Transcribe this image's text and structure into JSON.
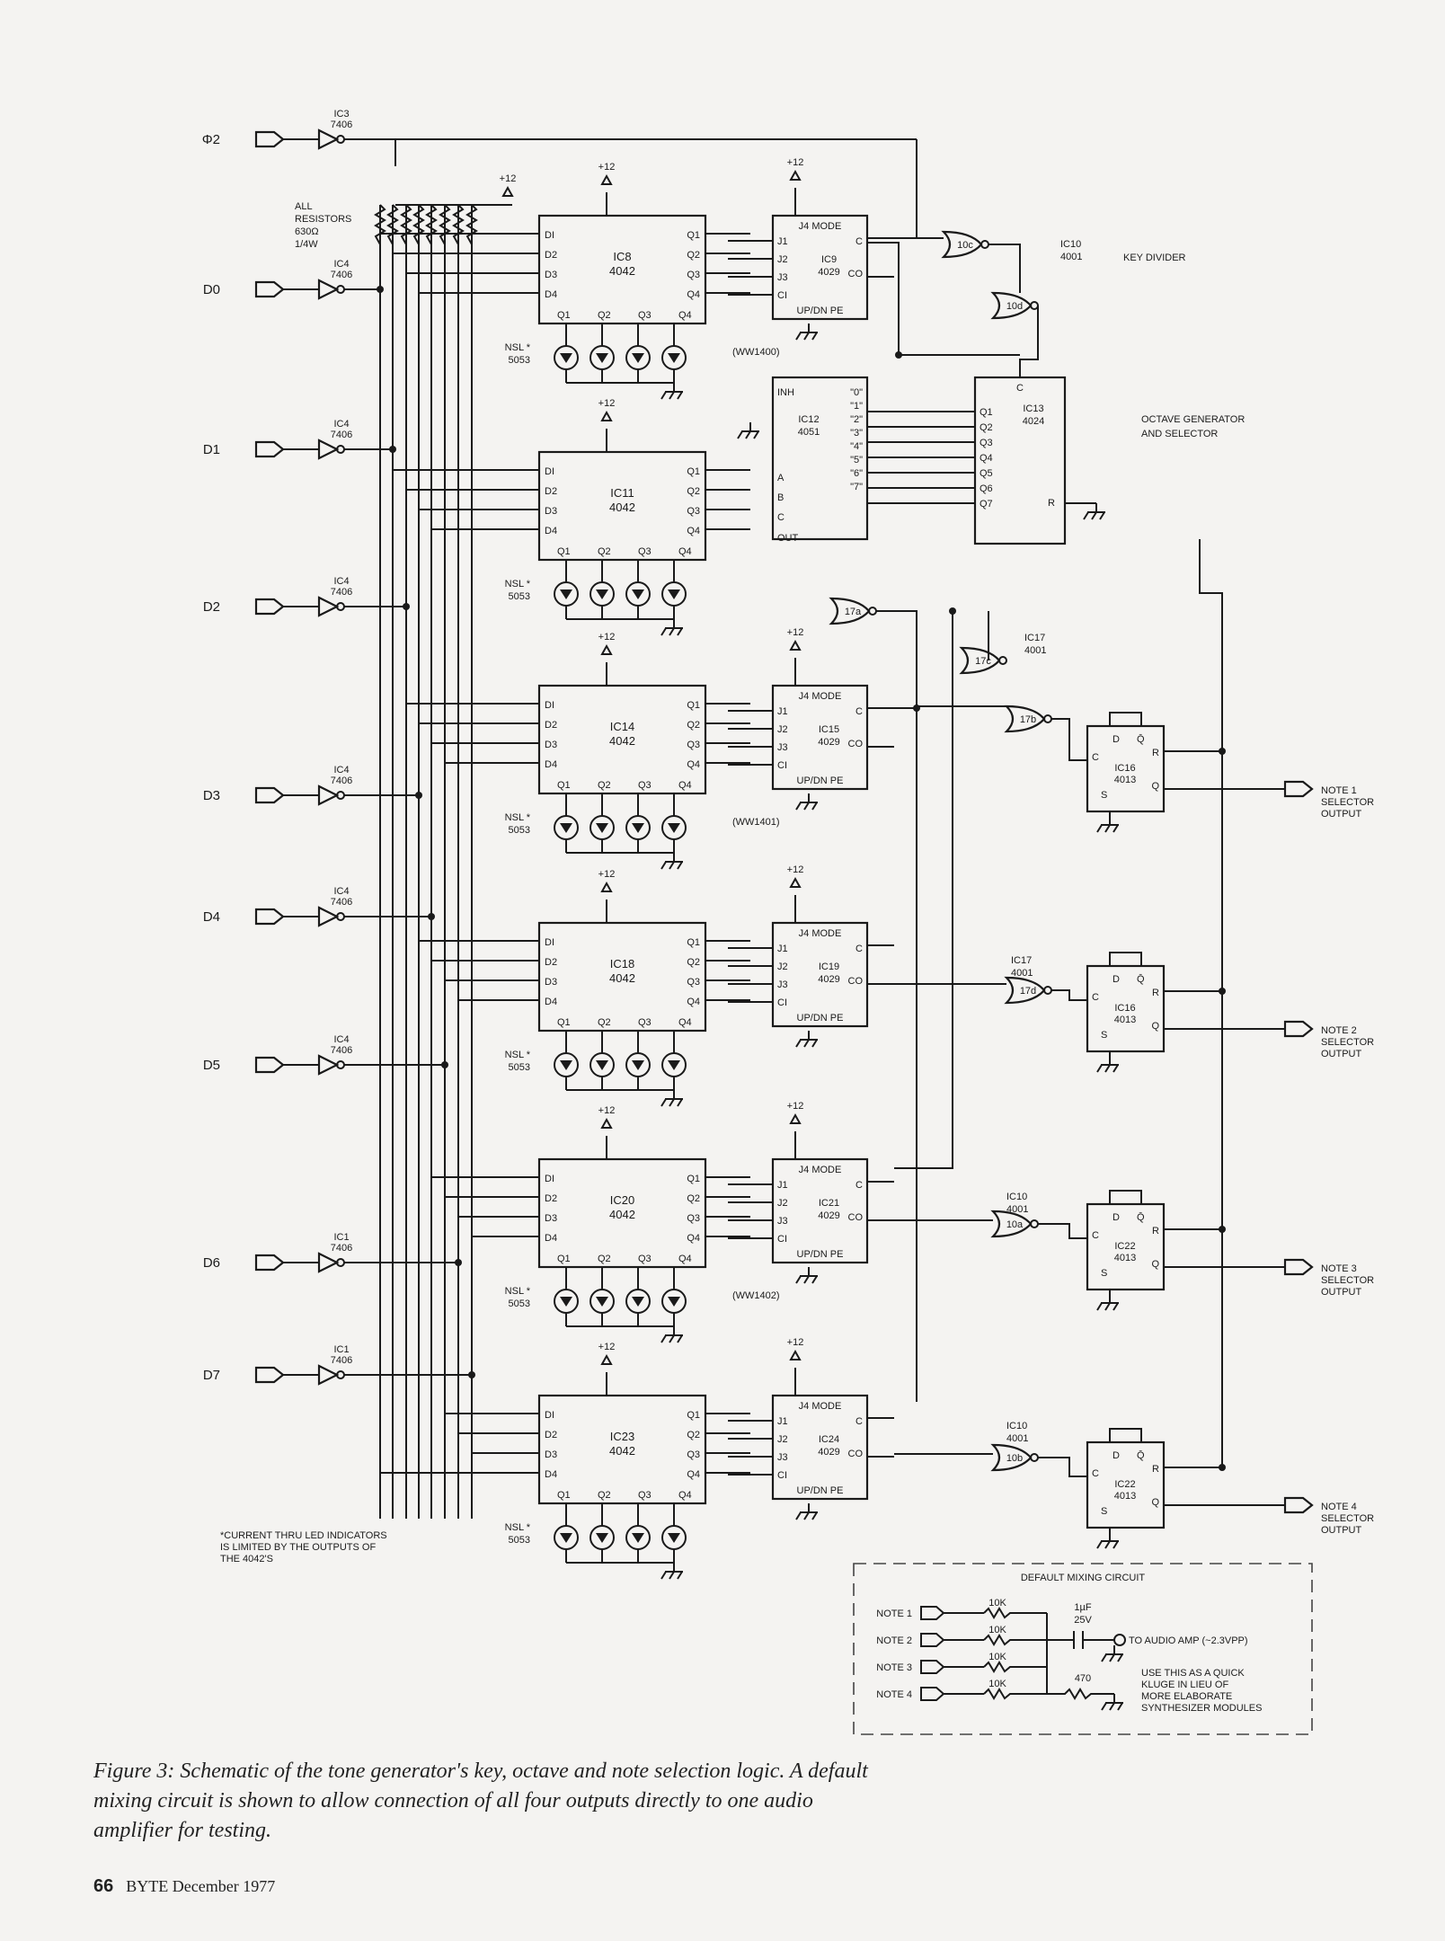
{
  "figure": {
    "caption": "Figure 3: Schematic of the tone generator's key, octave and note selection logic. A default mixing circuit is shown to allow connection of all four outputs directly to one audio amplifier for testing.",
    "page_number": "66",
    "publication": "BYTE December 1977"
  },
  "inputs": [
    "Φ2",
    "D0",
    "D1",
    "D2",
    "D3",
    "D4",
    "D5",
    "D6",
    "D7"
  ],
  "buffers": [
    {
      "ic": "IC3",
      "part": "7406"
    },
    {
      "ic": "IC4",
      "part": "7406"
    },
    {
      "ic": "IC4",
      "part": "7406"
    },
    {
      "ic": "IC4",
      "part": "7406"
    },
    {
      "ic": "IC4",
      "part": "7406"
    },
    {
      "ic": "IC4",
      "part": "7406"
    },
    {
      "ic": "IC4",
      "part": "7406"
    },
    {
      "ic": "IC1",
      "part": "7406"
    },
    {
      "ic": "IC1",
      "part": "7406"
    }
  ],
  "resistor_note": [
    "ALL",
    "RESISTORS",
    "630Ω",
    "1/4W"
  ],
  "supply": "+12",
  "latches": [
    {
      "ic": "IC8",
      "part": "4042"
    },
    {
      "ic": "IC11",
      "part": "4042"
    },
    {
      "ic": "IC14",
      "part": "4042"
    },
    {
      "ic": "IC18",
      "part": "4042"
    },
    {
      "ic": "IC20",
      "part": "4042"
    },
    {
      "ic": "IC23",
      "part": "4042"
    }
  ],
  "latch_pins_left": [
    "DI",
    "D2",
    "D3",
    "D4"
  ],
  "latch_pins_right": [
    "Q1",
    "Q2",
    "Q3",
    "Q4"
  ],
  "latch_pins_bottom": [
    "Q1",
    "Q2",
    "Q3",
    "Q4"
  ],
  "led_label": "NSL *",
  "led_part": "5053",
  "counters": [
    {
      "ic": "IC9",
      "part": "4029",
      "ww": "(WW1400)"
    },
    {
      "ic": "IC15",
      "part": "4029",
      "ww": "(WW1401)"
    },
    {
      "ic": "IC19",
      "part": "4029",
      "ww": ""
    },
    {
      "ic": "IC21",
      "part": "4029",
      "ww": "(WW1402)"
    },
    {
      "ic": "IC24",
      "part": "4029",
      "ww": ""
    }
  ],
  "counter_pins": {
    "left": [
      "J1",
      "J2",
      "J3",
      "CI"
    ],
    "top": "J4 MODE",
    "right_c": "C",
    "right_co": "CO",
    "bottom": "UP/DN  PE"
  },
  "ic12": {
    "ic": "IC12",
    "part": "4051",
    "pins_left": [
      "INH",
      "A",
      "B",
      "C",
      "OUT"
    ],
    "pins_right": [
      "\"0\"",
      "\"1\"",
      "\"2\"",
      "\"3\"",
      "\"4\"",
      "\"5\"",
      "\"6\"",
      "\"7\""
    ]
  },
  "ic13": {
    "ic": "IC13",
    "part": "4024",
    "pins": [
      "Q1",
      "Q2",
      "Q3",
      "Q4",
      "Q5",
      "Q6",
      "Q7"
    ],
    "c": "C",
    "r": "R"
  },
  "gates": [
    {
      "name": "IC10",
      "part": "4001"
    },
    {
      "name": "IC17",
      "part": "4001"
    },
    {
      "name": "IC17",
      "part": "4001"
    },
    {
      "name": "IC10",
      "part": "4001"
    },
    {
      "name": "IC10",
      "part": "4001"
    }
  ],
  "gate_labels": [
    "10c",
    "10d",
    "17a",
    "17c",
    "17b",
    "17d",
    "10a",
    "10b"
  ],
  "flipflops": [
    {
      "ic": "IC16",
      "part": "4013"
    },
    {
      "ic": "IC16",
      "part": "4013"
    },
    {
      "ic": "IC22",
      "part": "4013"
    },
    {
      "ic": "IC22",
      "part": "4013"
    }
  ],
  "ff_pins": [
    "D",
    "Q̄",
    "C",
    "R",
    "S",
    "Q"
  ],
  "section_labels": {
    "key_divider": "KEY DIVIDER",
    "octave": [
      "OCTAVE GENERATOR",
      "AND SELECTOR"
    ]
  },
  "outputs": [
    [
      "NOTE 1",
      "SELECTOR",
      "OUTPUT"
    ],
    [
      "NOTE 2",
      "SELECTOR",
      "OUTPUT"
    ],
    [
      "NOTE 3",
      "SELECTOR",
      "OUTPUT"
    ],
    [
      "NOTE 4",
      "SELECTOR",
      "OUTPUT"
    ]
  ],
  "footnote": [
    "*CURRENT THRU LED INDICATORS",
    "IS LIMITED BY THE OUTPUTS OF",
    "THE 4042'S"
  ],
  "mixer": {
    "title": "DEFAULT MIXING CIRCUIT",
    "notes": [
      "NOTE 1",
      "NOTE 2",
      "NOTE 3",
      "NOTE 4"
    ],
    "resistor": "10K",
    "cap": [
      "1µF",
      "25V"
    ],
    "r470": "470",
    "to_amp": "TO AUDIO AMP (~2.3VPP)",
    "kluge": [
      "USE THIS AS A QUICK",
      "KLUGE IN LIEU OF",
      "MORE ELABORATE",
      "SYNTHESIZER MODULES"
    ]
  }
}
